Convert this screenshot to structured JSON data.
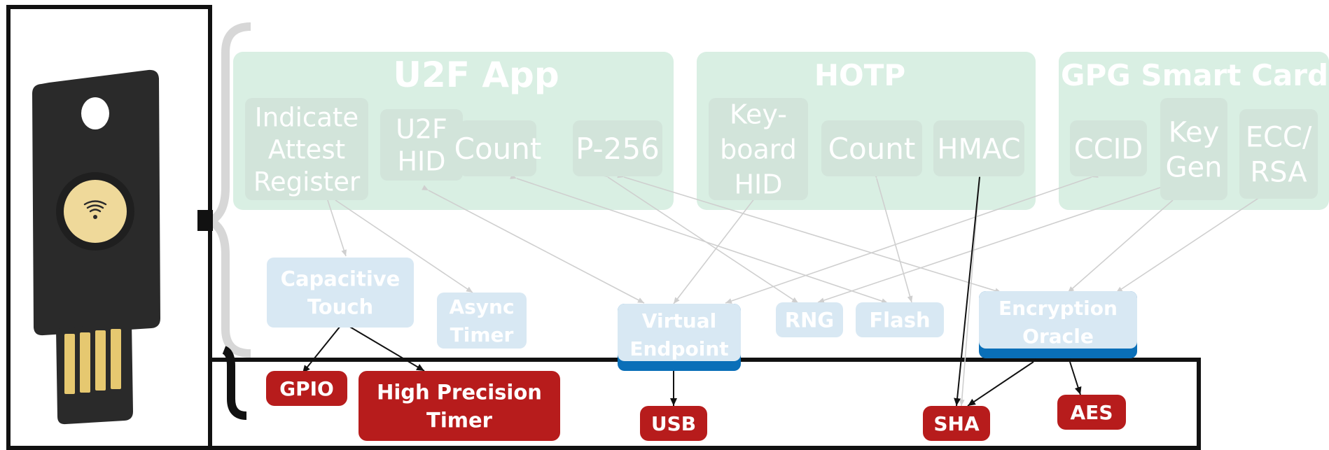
{
  "apps": [
    {
      "title": "U2F App",
      "components": [
        {
          "label": "Indicate\nAttest\nRegister"
        },
        {
          "label": "U2F\nHID"
        },
        {
          "label": "Count"
        },
        {
          "label": "P-256"
        }
      ]
    },
    {
      "title": "HOTP",
      "components": [
        {
          "label": "Key-\nboard\nHID"
        },
        {
          "label": "Count"
        },
        {
          "label": "HMAC"
        }
      ]
    },
    {
      "title": "GPG Smart Card",
      "components": [
        {
          "label": "CCID"
        },
        {
          "label": "Key\nGen"
        },
        {
          "label": "ECC/\nRSA"
        }
      ]
    }
  ],
  "services": [
    {
      "label": "Capacitive\nTouch"
    },
    {
      "label": "Async\nTimer"
    },
    {
      "label": "Virtual\nEndpoint"
    },
    {
      "label": "RNG"
    },
    {
      "label": "Flash"
    },
    {
      "label": "Encryption\nOracle"
    }
  ],
  "hardware": [
    {
      "label": "GPIO"
    },
    {
      "label": "High Precision\nTimer"
    },
    {
      "label": "USB"
    },
    {
      "label": "SHA"
    },
    {
      "label": "AES"
    }
  ],
  "colors": {
    "app_bg": "#d9efe3",
    "component_bg": "#d2e4da",
    "service_bg": "#d8e8f3",
    "service_stripe": "#0a6fb8",
    "hardware_bg": "#b71c1c",
    "frame": "#111111",
    "faint_arrow": "#cfcfcf",
    "bracket_light": "#d7d7d7",
    "key_body": "#2a2a2a",
    "key_button": "#efd99a",
    "key_contacts": "#e6c870"
  }
}
